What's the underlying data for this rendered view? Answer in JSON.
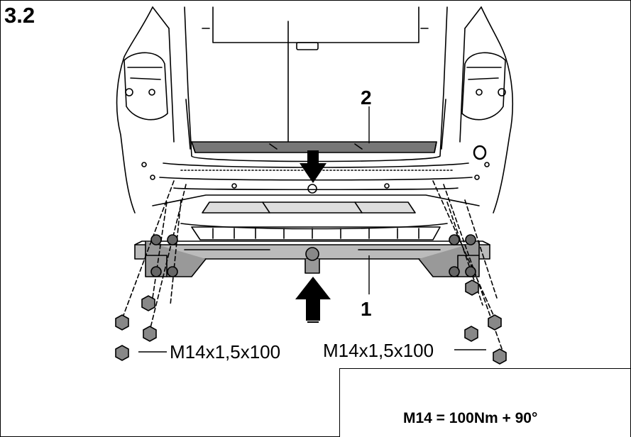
{
  "figure": {
    "step_number": "3.2",
    "callouts": {
      "crossbar": "1",
      "bumper_trim": "2"
    },
    "bolt_labels": {
      "left": "M14x1,5x100",
      "right": "M14x1,5x100"
    },
    "torque_note": "M14 = 100Nm + 90°",
    "icons": [
      "warning-triangle-icon",
      "torque-wrench-icon",
      "arrow-down-icon",
      "arrow-up-icon",
      "bolt-icon"
    ]
  }
}
